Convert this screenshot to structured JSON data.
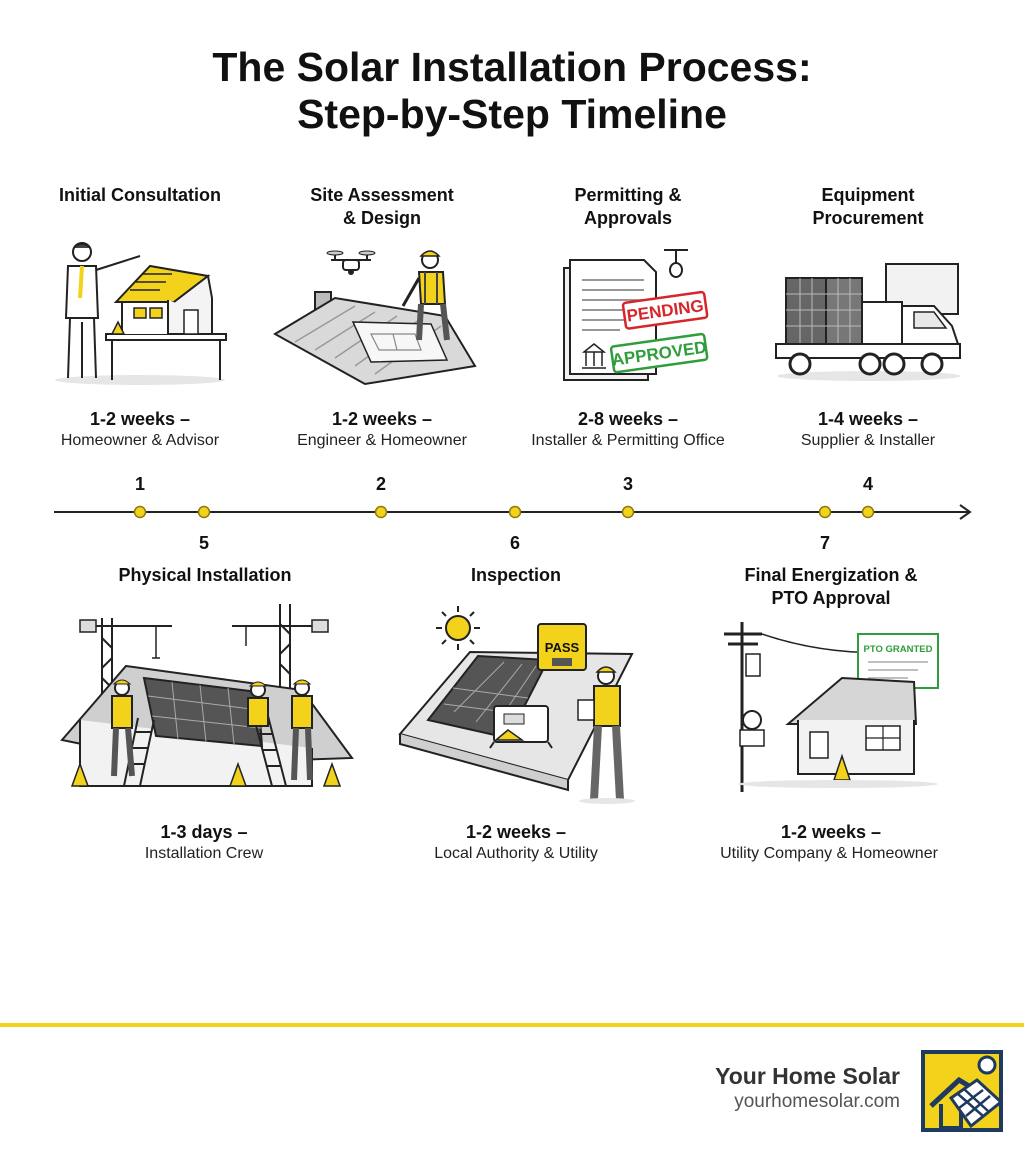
{
  "title": {
    "line1": "The Solar Installation Process:",
    "line2": "Step-by-Step Timeline"
  },
  "steps": [
    {
      "number": "1",
      "title": "Initial Consultation",
      "title2": "",
      "duration": "1-2 weeks –",
      "who": "Homeowner & Advisor"
    },
    {
      "number": "2",
      "title": "Site Assessment",
      "title2": "& Design",
      "duration": "1-2 weeks –",
      "who": "Engineer & Homeowner"
    },
    {
      "number": "3",
      "title": "Permitting &",
      "title2": "Approvals",
      "duration": "2-8 weeks –",
      "who": "Installer & Permitting Office"
    },
    {
      "number": "4",
      "title": "Equipment",
      "title2": "Procurement",
      "duration": "1-4 weeks –",
      "who": "Supplier & Installer"
    },
    {
      "number": "5",
      "title": "Physical Installation",
      "title2": "",
      "duration": "1-3 days –",
      "who": "Installation Crew"
    },
    {
      "number": "6",
      "title": "Inspection",
      "title2": "",
      "duration": "1-2 weeks –",
      "who": "Local Authority & Utility"
    },
    {
      "number": "7",
      "title": "Final Energization &",
      "title2": "PTO Approval",
      "duration": "1-2 weeks –",
      "who": "Utility Company & Homeowner"
    }
  ],
  "stamps": {
    "pending": "PENDING",
    "approved": "APPROVED",
    "pass": "PASS",
    "pto": "PTO GRANTED"
  },
  "brand": {
    "name": "Your Home Solar",
    "url": "yourhomesolar.com"
  },
  "colors": {
    "accent": "#f2d21b",
    "text": "#111111",
    "logo_navy": "#1f3a5f",
    "pending_red": "#d6262b",
    "approved_green": "#2e9d3a"
  }
}
